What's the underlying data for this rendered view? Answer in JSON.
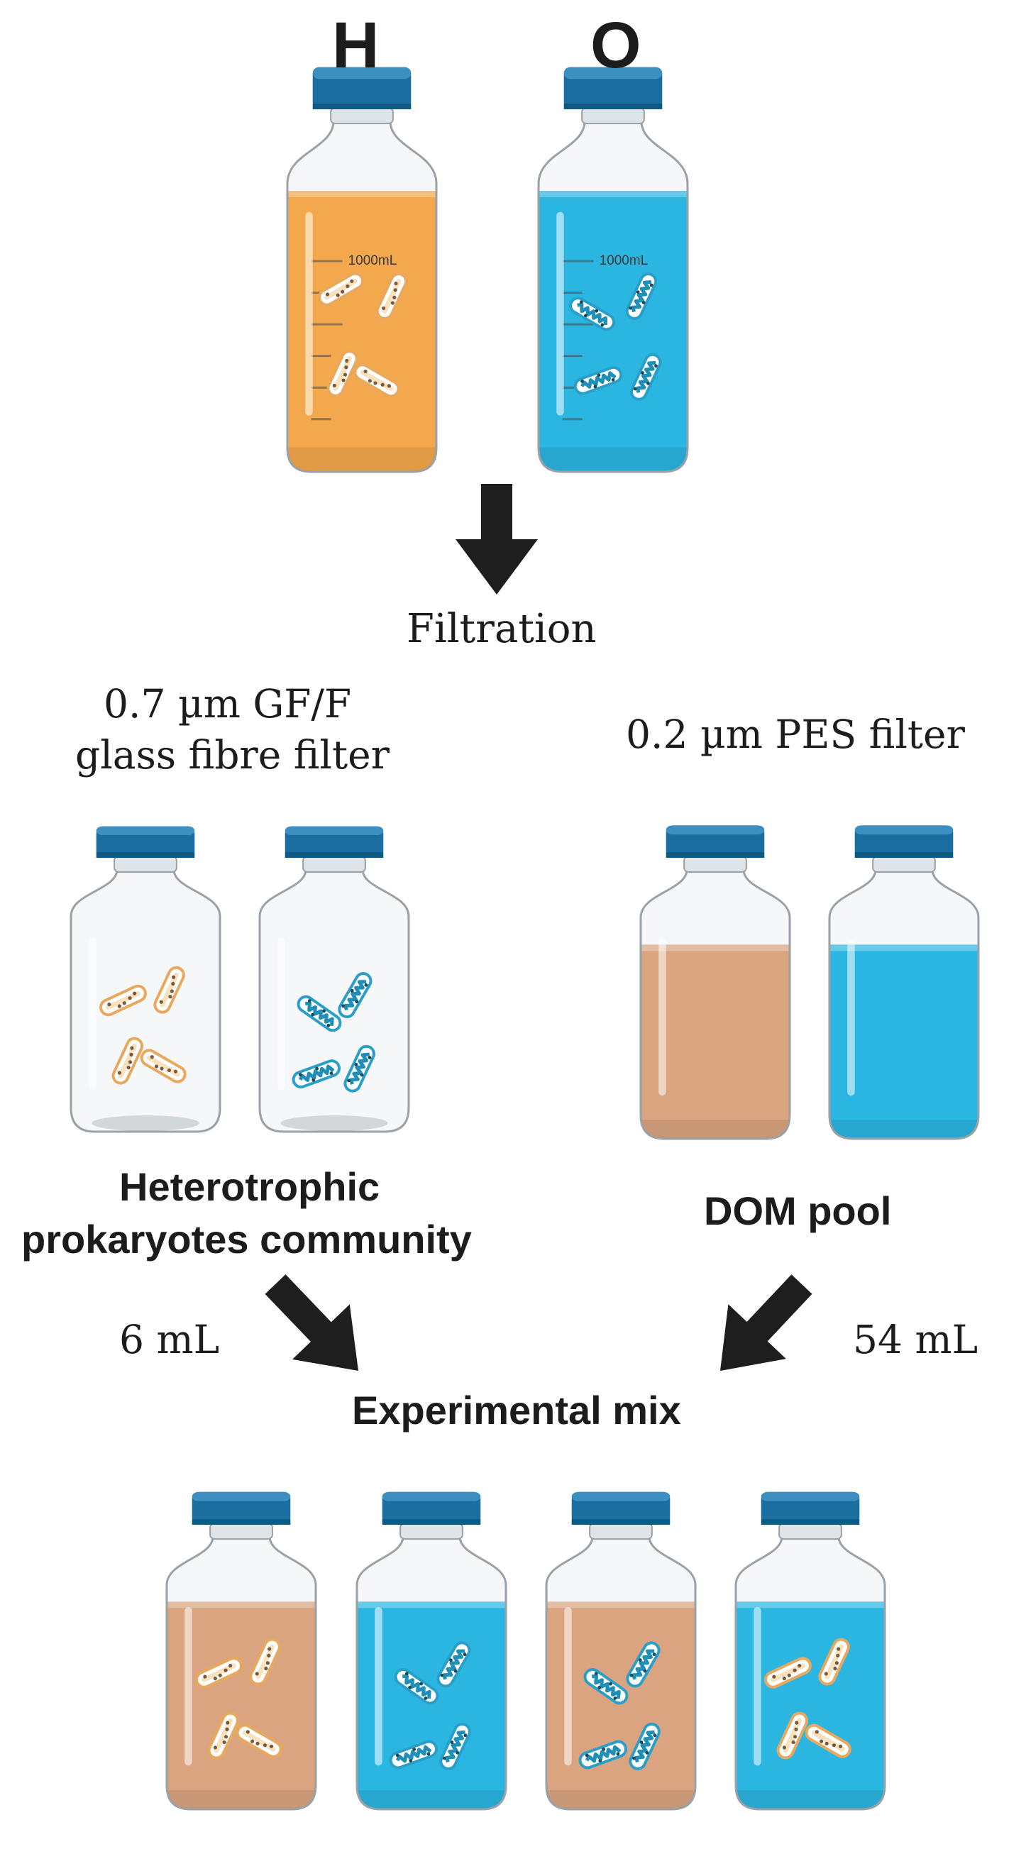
{
  "labels": {
    "bottle_h": "H",
    "bottle_o": "O",
    "step": "Filtration",
    "filter_left_line1": "0.7 µm GF/F",
    "filter_left_line2": "glass fibre filter",
    "filter_right": "0.2 µm PES filter",
    "community_line1": "Heterotrophic",
    "community_line2": "prokaryotes community",
    "dom": "DOM pool",
    "volume_left": "6 mL",
    "volume_right": "54 mL",
    "mix": "Experimental mix",
    "graduation": "1000mL"
  },
  "colors": {
    "cap": "#1a6fa0",
    "cap_light": "#3d8fc0",
    "orange_liquid": "#f3a84d",
    "blue_liquid": "#2bb6e2",
    "tan_liquid": "#d9a47f",
    "orange_cell": "#e8a95e",
    "blue_cell": "#2a9fc9",
    "arrow": "#1e1e1e"
  }
}
